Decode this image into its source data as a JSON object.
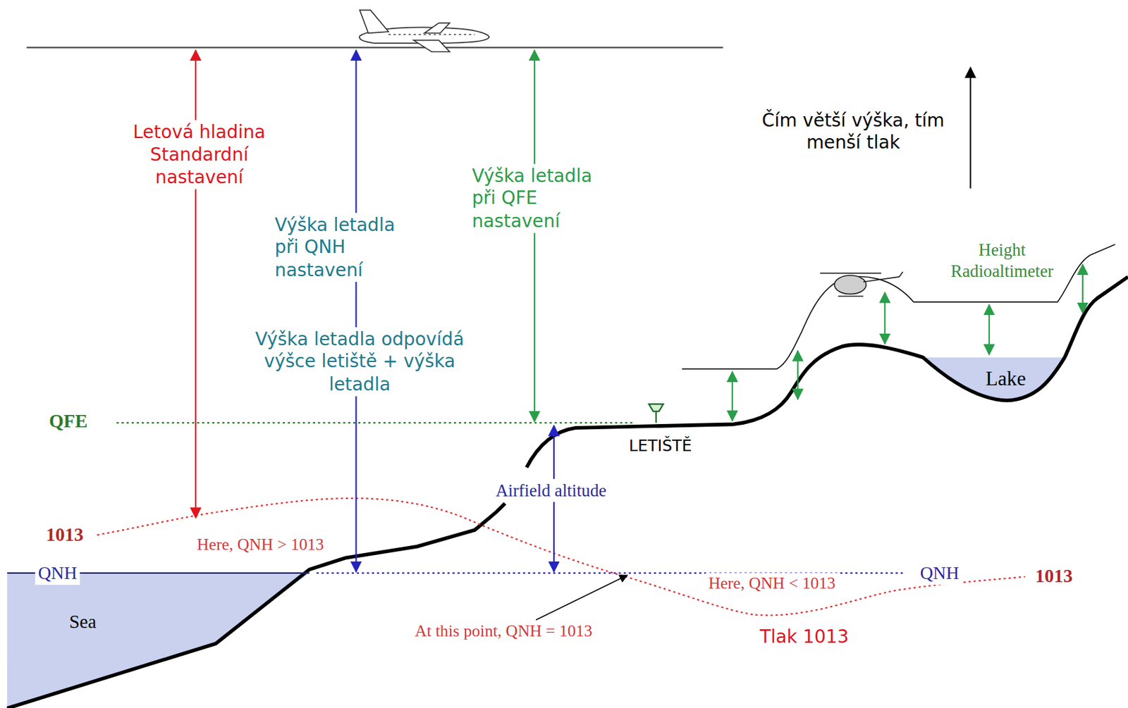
{
  "diagram": {
    "labels": [
      "Letová hladina Standardní nastavení",
      "Výška letadla při QNH nastavení",
      "Výška letadla při QFE nastavení",
      "Čím větší výška, tím menší tlak",
      "Height Radioaltimeter",
      "Výška letadla odpovídá výšce letiště + výška letadla",
      "Lake",
      "QFE",
      "LETIŠTĚ",
      "Airfield altitude",
      "1013",
      "Here, QNH > 1013",
      "QNH",
      "QNH",
      "Here, QNH < 1013",
      "1013",
      "Sea",
      "At this point, QNH = 1013",
      "Tlak 1013"
    ]
  }
}
